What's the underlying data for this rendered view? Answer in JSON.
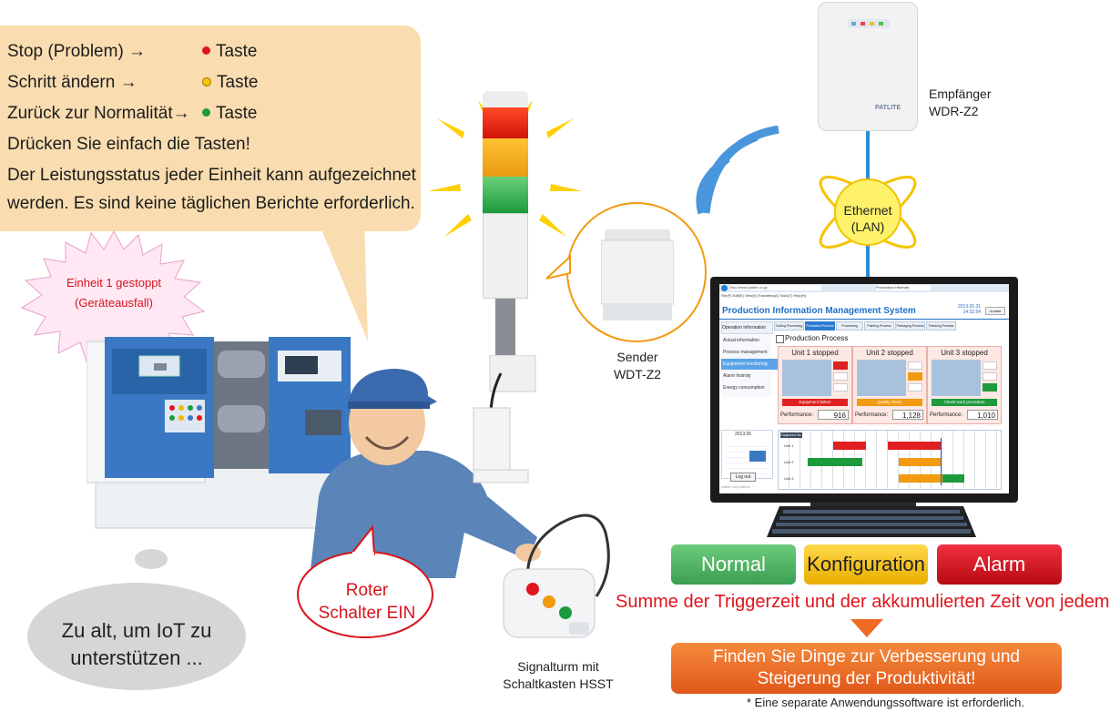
{
  "bubble": {
    "line1_text": "Stop (Problem) →",
    "line1_key": "Taste",
    "line2_text": "Schritt ändern →",
    "line2_key": "Taste",
    "line3_text": "Zurück zur Normalität→",
    "line3_key": "Taste",
    "line4": "Drücken Sie einfach die Tasten!",
    "line5": "Der Leistungsstatus jeder Einheit kann aufgezeichnet",
    "line6": "werden. Es sind keine täglichen Berichte erforderlich."
  },
  "burst": {
    "line1": "Einheit 1 gestoppt",
    "line2": "(Geräteausfall)"
  },
  "thought": {
    "line1": "Zu alt, um IoT zu",
    "line2": "unterstützen ..."
  },
  "red_switch": {
    "line1": "Roter",
    "line2": "Schalter EIN"
  },
  "labels": {
    "sender_1": "Sender",
    "sender_2": "WDT-Z2",
    "receiver_1": "Empfänger",
    "receiver_2": "WDR-Z2",
    "ethernet_1": "Ethernet",
    "ethernet_2": "(LAN)",
    "signal_1": "Signalturm mit",
    "signal_2": "Schaltkasten HSST",
    "receiver_brand": "PATLITE"
  },
  "status": {
    "normal": "Normal",
    "config": "Konfiguration",
    "alarm": "Alarm"
  },
  "summary": "Summe der Triggerzeit und der akkumulierten Zeit von jedem.",
  "improve": {
    "line1": "Finden Sie Dinge zur Verbesserung und",
    "line2": "Steigerung der Produktivität!"
  },
  "footnote": "* Eine separate Anwendungssoftware ist erforderlich.",
  "screen": {
    "browser_url": "http://mahi.patlite.co.jp/",
    "browser_tab": "Production Informati",
    "browser_menu": "File(F)  Edit(E)  View(V)  Favorites(A)  Tools(T)  Help(H)",
    "title": "Production Information Management System",
    "date": "2013.05.31",
    "time": "14:32:54",
    "update": "Update",
    "sidebar_header": "Operation information",
    "menu": [
      "Actual information",
      "Process management",
      "Equipment monitoring",
      "Alarm histroty",
      "Energy consumption"
    ],
    "tabs": [
      "Cutting Processing",
      "Production Process",
      "Processing",
      "Painting Process",
      "Packaging Process",
      "Finishing Process"
    ],
    "section": "Production Process",
    "units": [
      {
        "title": "Unit 1 stopped",
        "button": "Equipment failure",
        "perf_label": "Performance:",
        "perf": "916",
        "color": "#e02020"
      },
      {
        "title": "Unit 2 stopped",
        "button": "Quality check",
        "perf_label": "Performance:",
        "perf": "1,128",
        "color": "#f29a10"
      },
      {
        "title": "Unit 3 stopped",
        "button": "Check work procedure",
        "perf_label": "Performance:",
        "perf": "1,010",
        "color": "#1d9a3c"
      }
    ],
    "calendar_month": "2013.05",
    "logout": "Log out",
    "footer": "patlite corporation",
    "grid_rows": [
      "Unit 1",
      "Unit 2",
      "Unit 3"
    ],
    "grid_header": "Equipment No."
  },
  "colors": {
    "normal": "#4cae5f",
    "config": "#f6b800",
    "alarm": "#d7141d",
    "bubble": "#f9ddb0",
    "improve": "#ef6a25",
    "summary": "#e0141c"
  }
}
